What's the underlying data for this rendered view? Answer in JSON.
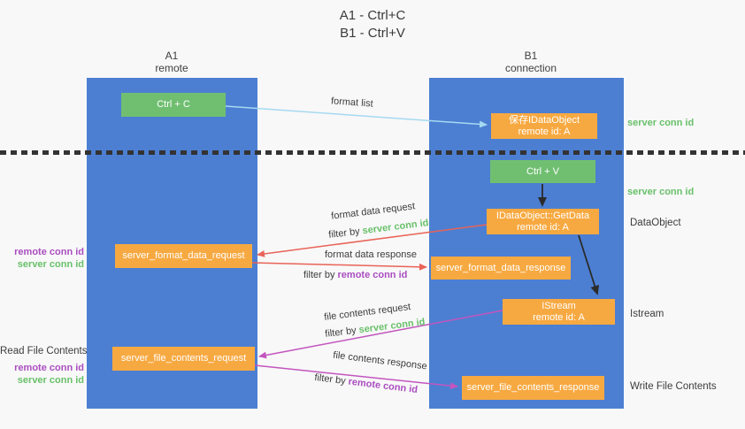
{
  "title": {
    "line1": "A1 - Ctrl+C",
    "line2": "B1 - Ctrl+V"
  },
  "lanes": {
    "a": {
      "title": "A1",
      "subtitle": "remote"
    },
    "b": {
      "title": "B1",
      "subtitle": "connection"
    }
  },
  "nodes": {
    "ctrl_c": {
      "label": "Ctrl + C"
    },
    "save_dataobject": {
      "line1": "保存IDataObject",
      "line2": "remote id: A"
    },
    "ctrl_v": {
      "label": "Ctrl + V"
    },
    "getdata": {
      "line1": "IDataObject::GetData",
      "line2": "remote id: A"
    },
    "format_request": {
      "label": "server_format_data_request"
    },
    "format_response": {
      "label": "server_format_data_response"
    },
    "istream": {
      "line1": "IStream",
      "line2": "remote id: A"
    },
    "file_request": {
      "label": "server_file_contents_request"
    },
    "file_response": {
      "label": "server_file_contents_response"
    }
  },
  "flow_labels": {
    "format_list": "format list",
    "format_data_request": "format data request",
    "format_data_response": "format data response",
    "file_contents_request": "file contents request",
    "file_contents_response": "file contents response",
    "filter_by": "filter by ",
    "server_conn_id": "server conn id",
    "remote_conn_id": "remote conn id"
  },
  "side_labels": {
    "right_server_conn_1": "server conn id",
    "right_server_conn_2": "server conn id",
    "dataobject": "DataObject",
    "istream": "Istream",
    "write_file_contents": "Write File Contents",
    "left_remote_conn_1": "remote conn id",
    "left_server_conn_1": "server conn id",
    "read_file_contents": "Read File Contents",
    "left_remote_conn_2": "remote conn id",
    "left_server_conn_2": "server conn id"
  },
  "colors": {
    "bg": "#f8f8f8",
    "lane_blue": "#4c7fd2",
    "box_green": "#70bf71",
    "box_orange": "#f7a941",
    "label_green": "#68c069",
    "label_purple": "#aa4ec0",
    "text_dark": "#3c3c3c",
    "separator": "#333333",
    "arrow_blue": "#a6d9f2",
    "arrow_red": "#e96358",
    "arrow_magenta": "#c355be",
    "arrow_black": "#2b2b2b"
  }
}
